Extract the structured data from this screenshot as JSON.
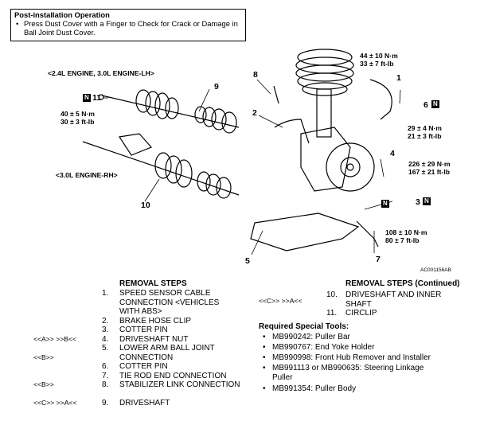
{
  "note": {
    "title": "Post-installation Operation",
    "bullet": "Press Dust Cover with a Finger to Check for Crack or Damage in Ball Joint Dust Cover."
  },
  "engine_lh": "<2.4L ENGINE, 3.0L ENGINE-LH>",
  "engine_rh": "<3.0L ENGINE-RH>",
  "torques": {
    "t1a": "40 ± 5 N·m",
    "t1b": "30 ± 3 ft-lb",
    "t2a": "44 ± 10 N·m",
    "t2b": "33 ± 7 ft-lb",
    "t3a": "29 ± 4 N·m",
    "t3b": "21 ± 3 ft-lb",
    "t4a": "226 ± 29 N·m",
    "t4b": "167 ± 21 ft-lb",
    "t5a": "108 ± 10 N·m",
    "t5b": "80 ± 7 ft-lb"
  },
  "callouts": {
    "c1": "1",
    "c2": "2",
    "c3": "3",
    "c4": "4",
    "c5": "5",
    "c6": "6",
    "c7": "7",
    "c8": "8",
    "c9": "9",
    "c10": "10",
    "c11": "11",
    "n": "N"
  },
  "figure_code": "AC001156AB",
  "removal_left": {
    "header": "REMOVAL STEPS",
    "steps": [
      {
        "pre": "",
        "num": "1.",
        "text": "SPEED SENSOR CABLE"
      },
      {
        "pre": "",
        "num": "",
        "text": "CONNECTION <VEHICLES"
      },
      {
        "pre": "",
        "num": "",
        "text": "WITH ABS>"
      },
      {
        "pre": "",
        "num": "2.",
        "text": "BRAKE HOSE CLIP"
      },
      {
        "pre": "",
        "num": "3.",
        "text": "COTTER PIN"
      },
      {
        "pre": "<<A>>        >>B<<",
        "num": "4.",
        "text": "DRIVESHAFT NUT"
      },
      {
        "pre": "",
        "num": "5.",
        "text": "LOWER ARM BALL JOINT"
      },
      {
        "pre": "<<B>>",
        "num": "",
        "text": "CONNECTION"
      },
      {
        "pre": "",
        "num": "6.",
        "text": "COTTER PIN"
      },
      {
        "pre": "",
        "num": "7.",
        "text": "TIE ROD END CONNECTION"
      },
      {
        "pre": "<<B>>",
        "num": "8.",
        "text": "STABILIZER LINK CONNECTION"
      },
      {
        "pre": "<<C>>        >>A<<",
        "num": "9.",
        "text": "DRIVESHAFT"
      }
    ]
  },
  "removal_right": {
    "header": "REMOVAL STEPS (Continued)",
    "s10pre": "<<C>>        >>A<<",
    "s10num": "10.",
    "s10a": "DRIVESHAFT AND INNER",
    "s10b": "SHAFT",
    "s11num": "11.",
    "s11": "CIRCLIP"
  },
  "tools": {
    "header": "Required Special Tools:",
    "items": [
      "MB990242: Puller Bar",
      "MB990767: End Yoke Holder",
      "MB990998: Front Hub Remover and Installer",
      "MB991113 or MB990635: Steering Linkage",
      "Puller",
      "MB991354: Puller Body"
    ]
  }
}
